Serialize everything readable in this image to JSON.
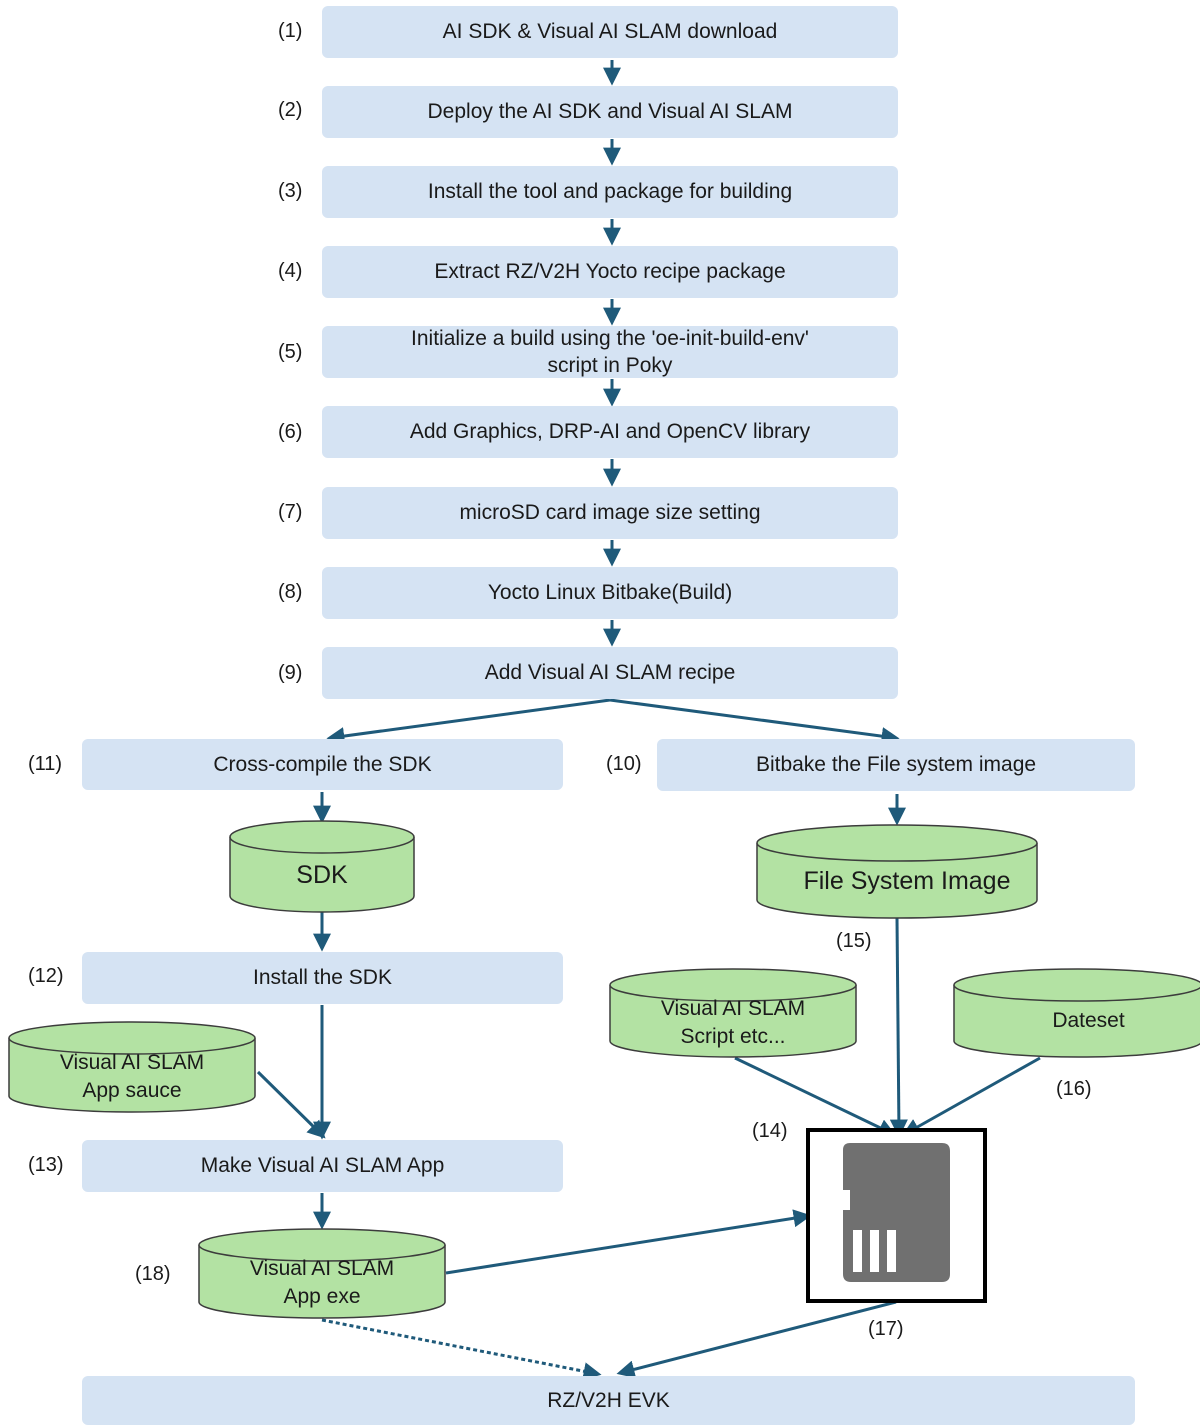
{
  "colors": {
    "box": "#d5e3f3",
    "cylinder": "#b3e2a3",
    "cylinder_stroke": "#3c3c3c",
    "arrow": "#1f5a7a",
    "card": "#707070"
  },
  "steps": {
    "s1": "AI SDK & Visual AI SLAM download",
    "s2": "Deploy the AI SDK and Visual AI SLAM",
    "s3": "Install the tool and package for building",
    "s4": "Extract RZ/V2H Yocto recipe package",
    "s5": "Initialize a build using the 'oe-init-build-env'\nscript in Poky",
    "s6": "Add Graphics, DRP-AI and OpenCV library",
    "s7": "microSD card image size setting",
    "s8": "Yocto Linux Bitbake(Build)",
    "s9": "Add Visual AI SLAM recipe",
    "s10": "Bitbake the File system image",
    "s11": "Cross-compile the SDK",
    "s12": "Install the SDK",
    "s13": "Make Visual AI SLAM App",
    "evk": "RZ/V2H EVK"
  },
  "numbers": {
    "n1": "(1)",
    "n2": "(2)",
    "n3": "(3)",
    "n4": "(4)",
    "n5": "(5)",
    "n6": "(6)",
    "n7": "(7)",
    "n8": "(8)",
    "n9": "(9)",
    "n10": "(10)",
    "n11": "(11)",
    "n12": "(12)",
    "n13": "(13)",
    "n14": "(14)",
    "n15": "(15)",
    "n16": "(16)",
    "n17": "(17)",
    "n18": "(18)"
  },
  "cylinders": {
    "sdk": "SDK",
    "fs_image": "File System Image",
    "slam_script": "Visual AI SLAM\nScript etc...",
    "dataset": "Dateset",
    "app_source": "Visual AI SLAM\nApp sauce",
    "app_exe": "Visual AI SLAM\nApp exe"
  },
  "icons": {
    "storage": "sd-card-icon"
  }
}
